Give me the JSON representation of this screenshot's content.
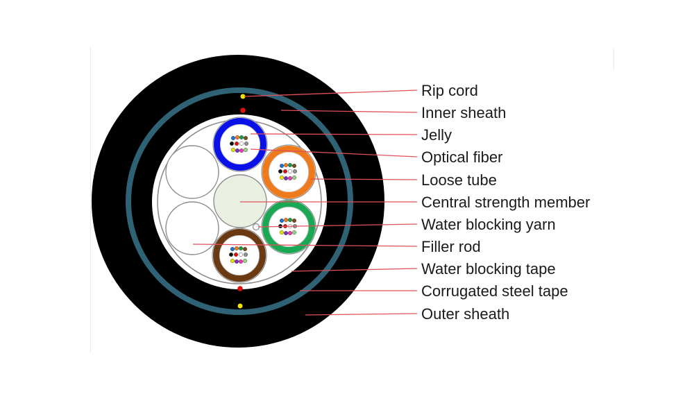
{
  "title": "Armored loose-tube optical fiber cable cross-section",
  "colors": {
    "outer_sheath": "#000000",
    "steel_tape": "#2f6275",
    "leader_line": "#e0505a",
    "rip_cord_outer": "#f2e600",
    "rip_cord_inner": "#e01010",
    "strength_member_fill": "#e9efe1",
    "tube_blue": "#0a10e8",
    "tube_orange": "#ee7a1c",
    "tube_green": "#1aa855",
    "tube_brown": "#6b3a12",
    "outline": "#8c8c8c"
  },
  "fiber_colors": [
    "#1e6fd6",
    "#ef7a1f",
    "#1a9c4a",
    "#7a4a1c",
    "#111111",
    "#e01010",
    "#ffffff",
    "#909090",
    "#e8e000",
    "#7b2fbf",
    "#e83aa8",
    "#9ad08a"
  ],
  "loose_tubes": [
    {
      "name": "blue",
      "color_key": "tube_blue"
    },
    {
      "name": "orange",
      "color_key": "tube_orange"
    },
    {
      "name": "green",
      "color_key": "tube_green"
    },
    {
      "name": "brown",
      "color_key": "tube_brown"
    }
  ],
  "labels": [
    {
      "id": "rip-cord",
      "text": "Rip cord"
    },
    {
      "id": "inner-sheath",
      "text": "Inner sheath"
    },
    {
      "id": "jelly",
      "text": "Jelly"
    },
    {
      "id": "optical-fiber",
      "text": "Optical fiber"
    },
    {
      "id": "loose-tube",
      "text": "Loose tube"
    },
    {
      "id": "central-strength-member",
      "text": "Central strength member"
    },
    {
      "id": "water-blocking-yarn",
      "text": "Water blocking yarn"
    },
    {
      "id": "filler-rod",
      "text": "Filler rod"
    },
    {
      "id": "water-blocking-tape",
      "text": "Water blocking tape"
    },
    {
      "id": "corrugated-steel-tape",
      "text": "Corrugated steel tape"
    },
    {
      "id": "outer-sheath",
      "text": "Outer sheath"
    }
  ]
}
